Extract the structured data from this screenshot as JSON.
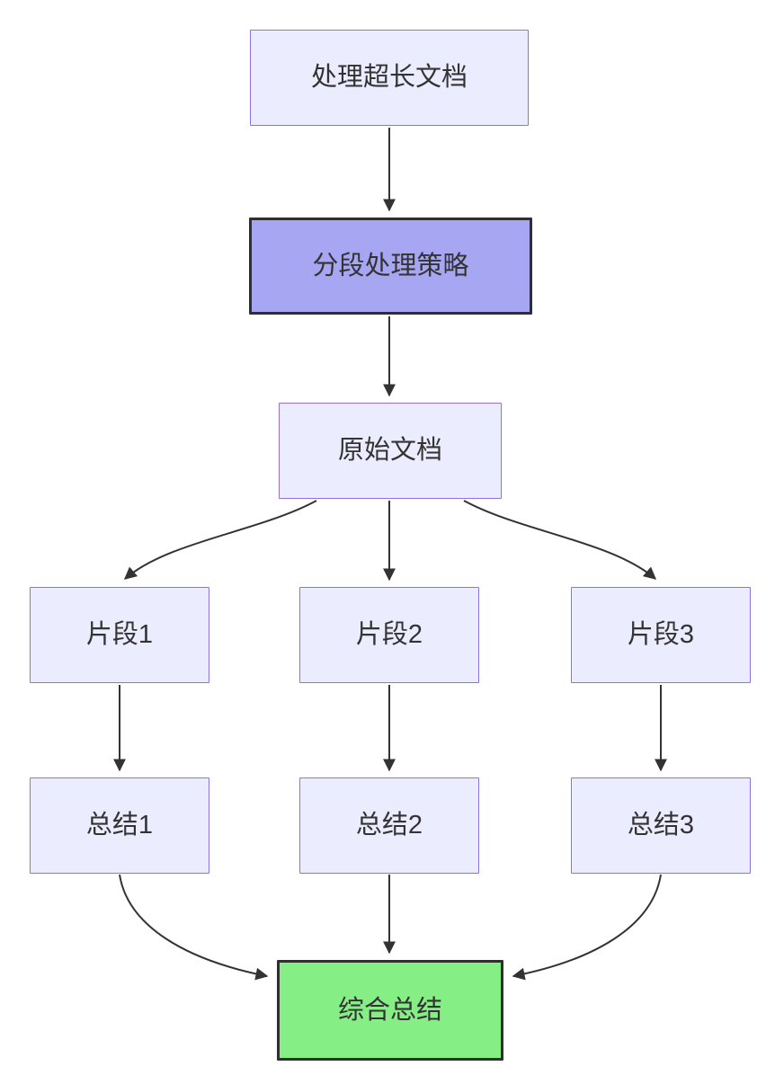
{
  "diagram": {
    "type": "flowchart",
    "direction": "top-down",
    "nodes": [
      {
        "id": "start",
        "label": "处理超长文档",
        "style": "default"
      },
      {
        "id": "strategy",
        "label": "分段处理策略",
        "style": "highlight-purple"
      },
      {
        "id": "doc",
        "label": "原始文档",
        "style": "default"
      },
      {
        "id": "frag1",
        "label": "片段1",
        "style": "default"
      },
      {
        "id": "frag2",
        "label": "片段2",
        "style": "default"
      },
      {
        "id": "frag3",
        "label": "片段3",
        "style": "default"
      },
      {
        "id": "sum1",
        "label": "总结1",
        "style": "default"
      },
      {
        "id": "sum2",
        "label": "总结2",
        "style": "default"
      },
      {
        "id": "sum3",
        "label": "总结3",
        "style": "default"
      },
      {
        "id": "final",
        "label": "综合总结",
        "style": "highlight-green"
      }
    ],
    "edges": [
      {
        "from": "start",
        "to": "strategy"
      },
      {
        "from": "strategy",
        "to": "doc"
      },
      {
        "from": "doc",
        "to": "frag1"
      },
      {
        "from": "doc",
        "to": "frag2"
      },
      {
        "from": "doc",
        "to": "frag3"
      },
      {
        "from": "frag1",
        "to": "sum1"
      },
      {
        "from": "frag2",
        "to": "sum2"
      },
      {
        "from": "frag3",
        "to": "sum3"
      },
      {
        "from": "sum1",
        "to": "final"
      },
      {
        "from": "sum2",
        "to": "final"
      },
      {
        "from": "sum3",
        "to": "final"
      }
    ],
    "colors": {
      "node_fill": "#ECECFF",
      "node_border": "#9370DB",
      "highlight_fill": "#A6A6F2",
      "highlight_border": "#2F2F2F",
      "final_fill": "#85EE85",
      "final_border": "#2F2F2F",
      "edge_color": "#333333",
      "text_color": "#333333",
      "background": "#FFFFFF"
    }
  }
}
